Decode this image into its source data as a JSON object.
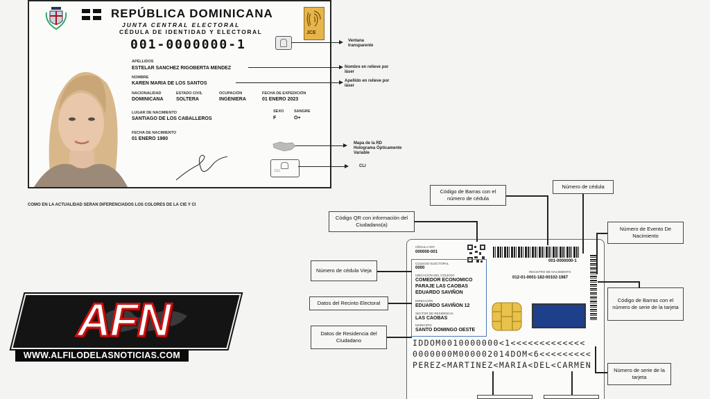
{
  "front": {
    "title": "REPÚBLICA DOMINICANA",
    "subtitle": "JUNTA CENTRAL ELECTORAL",
    "subtitle2": "CÉDULA DE IDENTIDAD Y ELECTORAL",
    "id_number": "001-0000000-1",
    "jce_logo": "JCE",
    "fields": {
      "apellidos_label": "APELLIDOS",
      "apellidos": "ESTELAR SANCHEZ RIGOBERTA MENDEZ",
      "nombre_label": "NOMBRE",
      "nombre": "KAREN MARIA DE LOS SANTOS",
      "nacionalidad_label": "NACIONALIDAD",
      "nacionalidad": "DOMINICANA",
      "estado_civil_label": "ESTADO CIVIL",
      "estado_civil": "SOLTERA",
      "ocupacion_label": "OCUPACIÓN",
      "ocupacion": "INGENIERA",
      "expedicion_label": "FECHA DE EXPEDICIÓN",
      "expedicion": "01 ENERO 2023",
      "lugar_label": "LUGAR DE NACIMIENTO",
      "lugar": "SANTIAGO DE LOS CABALLEROS",
      "sexo_label": "SEXO",
      "sexo": "F",
      "sangre_label": "SANGRE",
      "sangre": "O+",
      "fecha_nac_label": "FECHA DE NACIMIENTO",
      "fecha_nac": "01 ENERO 1980"
    },
    "cli_text": "CLI"
  },
  "front_callouts": {
    "ventana": "Ventana transparente",
    "nombre_relieve": "Nombre en relieve por láser",
    "apellido_relieve": "Apellido en relieve por láser",
    "mapa": "Mapa de la RD Holograma Ópticamente Variable",
    "cli": "CLI"
  },
  "note": "COMO EN LA ACTUALIDAD SERAN DIFERENCIADOS LOS COLORES DE LA CIE Y CI",
  "back": {
    "cedula_ant_label": "CÉDULA ANT.",
    "cedula_ant": "000000-001",
    "colegio_label": "COLEGIO ELECTORAL",
    "colegio": "0000",
    "ubicacion_label": "UBICACIÓN DEL COLEGIO",
    "ubicacion_1": "COMEDOR ECONOMICO",
    "ubicacion_2": "PARAJE LAS CAOBAS",
    "ubicacion_3": "EDUARDO SAVIÑON",
    "direccion_label": "DIRECCIÓN",
    "direccion": "EDUARDO SAVIÑON 12",
    "sector_label": "SECTOR DE RESIDENCIA",
    "sector": "LAS CAOBAS",
    "municipio_label": "MUNICIPIO",
    "municipio": "SANTO DOMINGO OESTE",
    "barcode_number": "001-0000000-1",
    "registro_label": "REGISTRO DE NACIMIENTO",
    "registro": "012-01-0001-182-00102-1987",
    "mrz_1": "IDDOM0010000000<1<<<<<<<<<<<<<",
    "mrz_2": "0000000M000002014DOM<6<<<<<<<<<",
    "mrz_3": "PEREZ<MARTINEZ<MARIA<DEL<CARMEN"
  },
  "back_callouts": {
    "codigo_barras_cedula": "Código de Barras con el número de cédula",
    "numero_cedula": "Número de cédula",
    "qr": "Código QR con información del Ciudadano(a)",
    "evento_nacimiento": "Número de Evento De Nacimiento",
    "cedula_vieja": "Número de cédula Vieja",
    "recinto": "Datos del Recinto Electoral",
    "residencia": "Datos de Residencia del Ciudadano",
    "barras_serie": "Código de Barras con el número de serie de la tarjeta",
    "serie": "Número de serie de la tarjeta"
  },
  "logo": {
    "brand": "AFN",
    "url": "WWW.ALFILODELASNOTICIAS.COM"
  }
}
